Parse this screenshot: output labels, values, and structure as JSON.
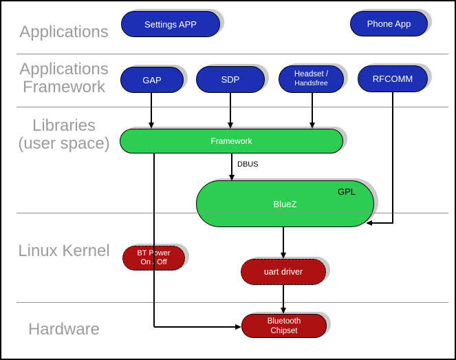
{
  "layer_labels": {
    "applications": "Applications",
    "app_framework_line1": "Applications",
    "app_framework_line2": "Framework",
    "libraries_line1": "Libraries",
    "libraries_line2": "(user space)",
    "linux_kernel": "Linux Kernel",
    "hardware": "Hardware"
  },
  "nodes": {
    "settings_app": {
      "label": "Settings APP"
    },
    "phone_app": {
      "label": "Phone App"
    },
    "gap": {
      "label": "GAP"
    },
    "sdp": {
      "label": "SDP"
    },
    "headset": {
      "line1": "Headset /",
      "line2": "Handsfree"
    },
    "rfcomm": {
      "label": "RFCOMM"
    },
    "framework": {
      "label": "Framework"
    },
    "bluez": {
      "label": "BlueZ",
      "badge": "GPL"
    },
    "bt_power": {
      "line1": "BT Power",
      "line2": "On / Off"
    },
    "uart_driver": {
      "label": "uart driver"
    },
    "bluetooth_chipset": {
      "line1": "Bluetooth",
      "line2": "Chipset"
    }
  },
  "edge_labels": {
    "dbus": "DBUS"
  },
  "colors": {
    "app_pill_blue": "#1d2fb2",
    "userspace_pill_green": "#2ecc52",
    "kernel_pill_red": "#ad1111",
    "layer_label_gray": "#9c9c9c",
    "divider_gray": "#8f8f8f",
    "shadow_gray": "#c9c9c9",
    "pill_text": "#ffffff",
    "line_black": "#000000"
  }
}
